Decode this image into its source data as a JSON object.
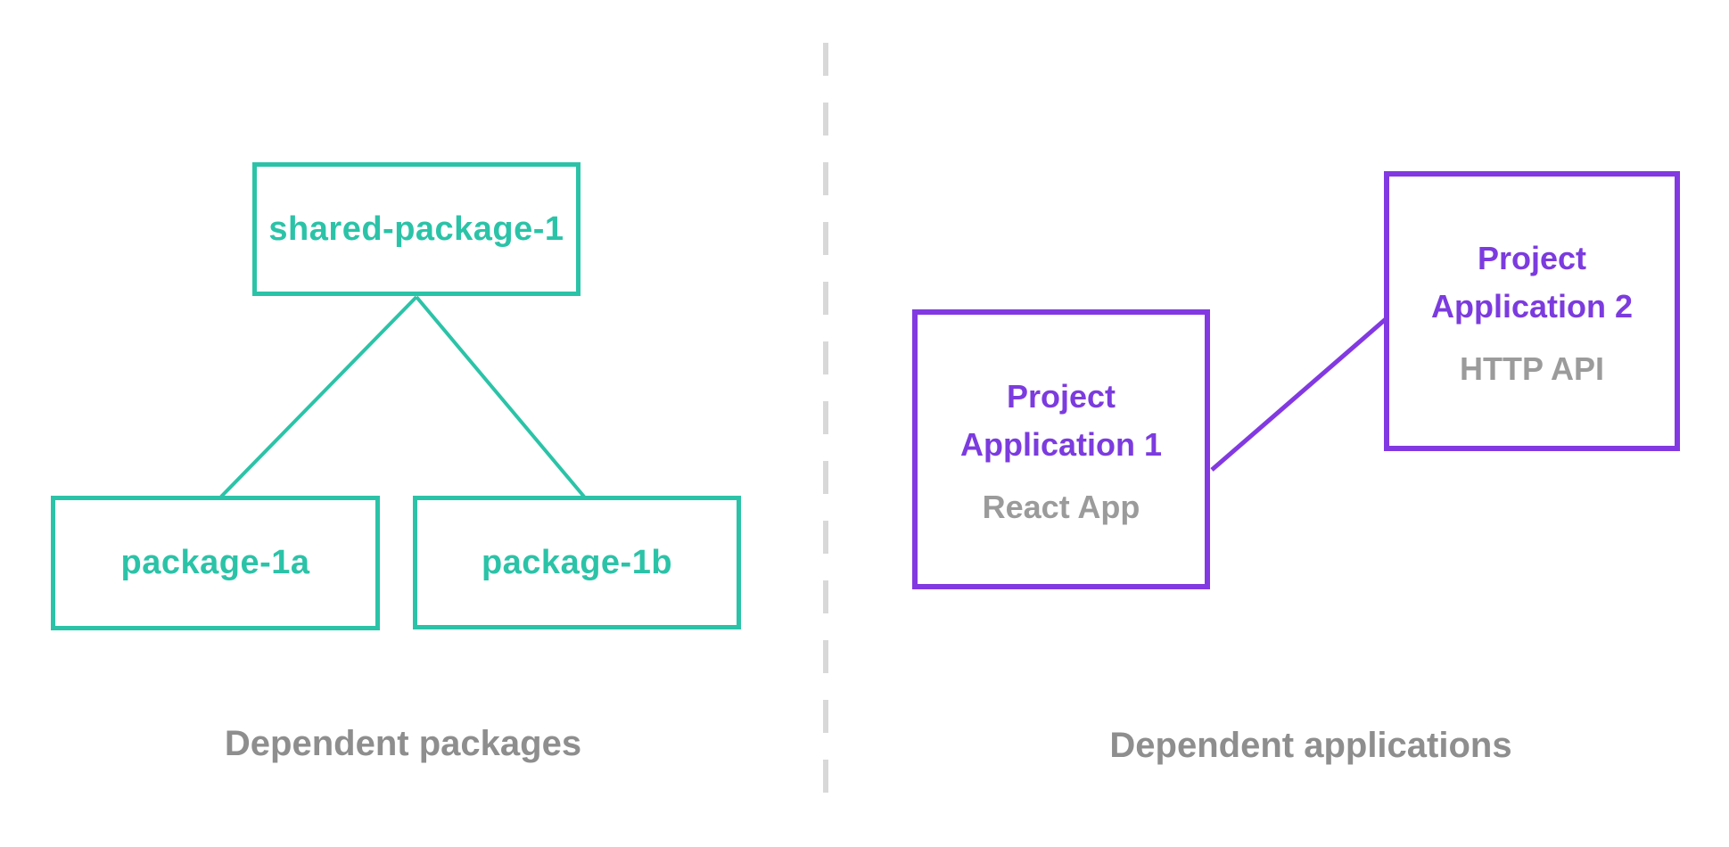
{
  "colors": {
    "teal": "#2bc3a8",
    "purple_border": "#8239e2",
    "purple_text": "#7c3bdf",
    "caption_gray": "#8e8e8e",
    "subtitle_gray": "#9b9b9b",
    "divider_gray": "#d8d8d8"
  },
  "left_section": {
    "root": {
      "label": "shared-package-1"
    },
    "children": [
      {
        "label": "package-1a"
      },
      {
        "label": "package-1b"
      }
    ],
    "caption": "Dependent packages"
  },
  "right_section": {
    "apps": [
      {
        "line1": "Project",
        "line2": "Application 1",
        "subtitle": "React App"
      },
      {
        "line1": "Project",
        "line2": "Application 2",
        "subtitle": "HTTP API"
      }
    ],
    "caption": "Dependent applications"
  }
}
